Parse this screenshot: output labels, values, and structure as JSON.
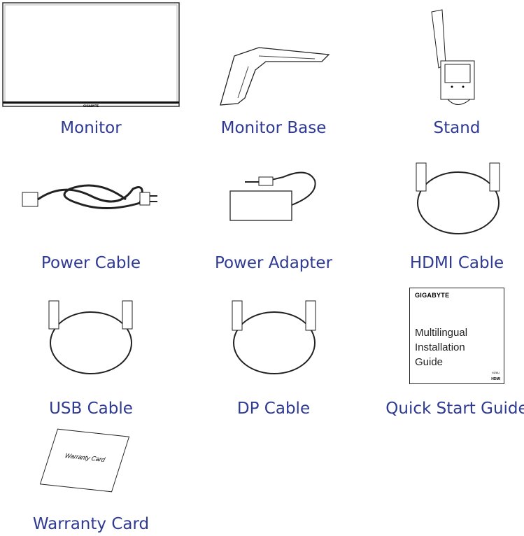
{
  "items": [
    {
      "label": "Monitor"
    },
    {
      "label": "Monitor Base"
    },
    {
      "label": "Stand"
    },
    {
      "label": "Power Cable"
    },
    {
      "label": "Power Adapter"
    },
    {
      "label": "HDMI Cable"
    },
    {
      "label": "USB Cable"
    },
    {
      "label": "DP Cable"
    },
    {
      "label": "Quick Start Guide"
    },
    {
      "label": "Warranty Card"
    }
  ],
  "monitor": {
    "brand": "GIGABYTE"
  },
  "guide": {
    "brand": "GIGABYTE",
    "title_lines": [
      "Multilingual",
      "Installation",
      "Guide"
    ],
    "model": "M28U",
    "hdmi": "HDMI"
  },
  "warranty": {
    "text": "Warranty Card"
  },
  "colors": {
    "label": "#2f3a93"
  }
}
